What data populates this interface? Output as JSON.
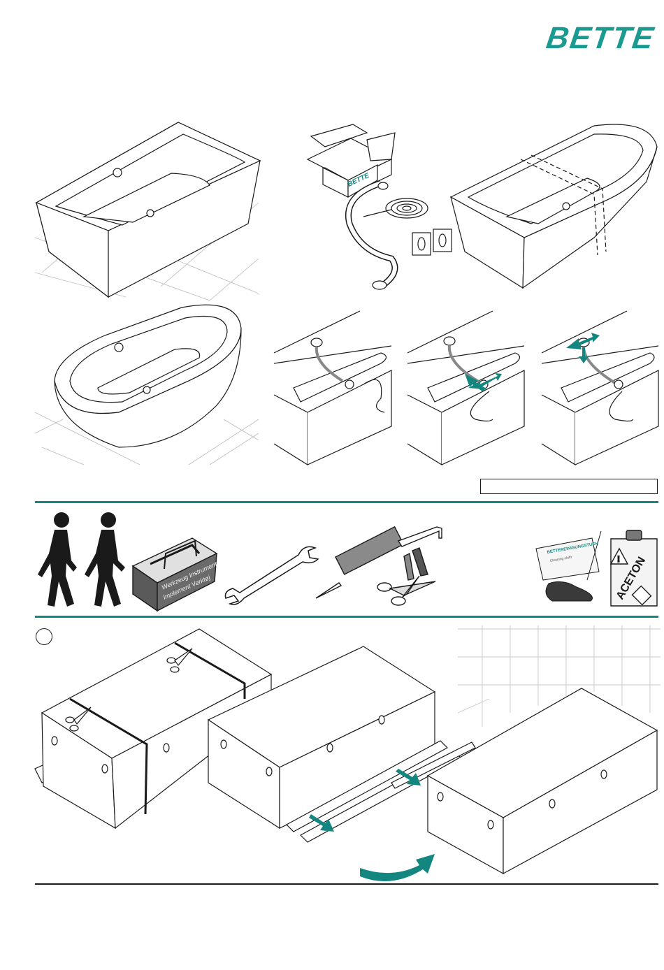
{
  "brand": {
    "logo": "BETTE",
    "accent_color": "#1a9a90"
  },
  "accessory_box": {
    "label": "BETTE"
  },
  "toolbox": {
    "line1": "Werkzeug  Instrument",
    "line2": "Implement  Verktøj"
  },
  "cleaning_cloth": {
    "title": "BETTEREINIGUNGSTUCH",
    "subtitle": "Cleaning cloth"
  },
  "solvent_can": {
    "label": "ACETON",
    "warning_icon": "warning-triangle-icon",
    "hazard_icon": "corrosive-hand-icon"
  },
  "icons": [
    "person-icon",
    "toolbox-icon",
    "wrench-icon",
    "caulking-gun-icon",
    "scissors-icon",
    "arrow-icon"
  ],
  "colors": {
    "accent": "#13877f",
    "line": "#1a1a1a"
  }
}
